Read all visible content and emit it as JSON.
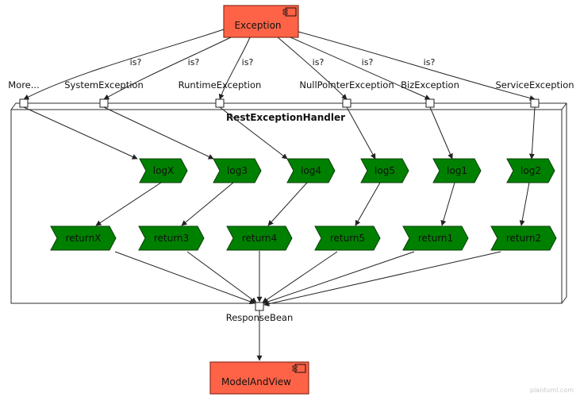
{
  "diagram": {
    "type": "component-flow",
    "colors": {
      "component_fill": "#FF6347",
      "component_stroke": "#8E2C1A",
      "process_fill": "#008000",
      "process_stroke": "#0B3D0B",
      "package_fill": "#FFFFFF",
      "package_stroke": "#2E2E2E",
      "line": "#222222",
      "port_fill": "#FFFFFF"
    },
    "components": {
      "exception": "Exception",
      "model_and_view": "ModelAndView"
    },
    "package_title": "RestExceptionHandler",
    "ports": {
      "more": "More...",
      "system_exception": "SystemException",
      "runtime_exception": "RuntimeException",
      "null_pointer_exception": "NullPointerException",
      "biz_exception": "BizException",
      "service_exception": "ServiceException",
      "response_bean": "ResponseBean"
    },
    "edge_labels": {
      "is_more": "is?",
      "is_system": "is?",
      "is_runtime": "is?",
      "is_null_pointer": "is?",
      "is_biz": "is?",
      "is_service": "is?"
    },
    "log_nodes": [
      "logX",
      "log3",
      "log4",
      "log5",
      "log1",
      "log2"
    ],
    "return_nodes": [
      "returnX",
      "return3",
      "return4",
      "return5",
      "return1",
      "return2"
    ],
    "watermark": "plantuml.com"
  }
}
